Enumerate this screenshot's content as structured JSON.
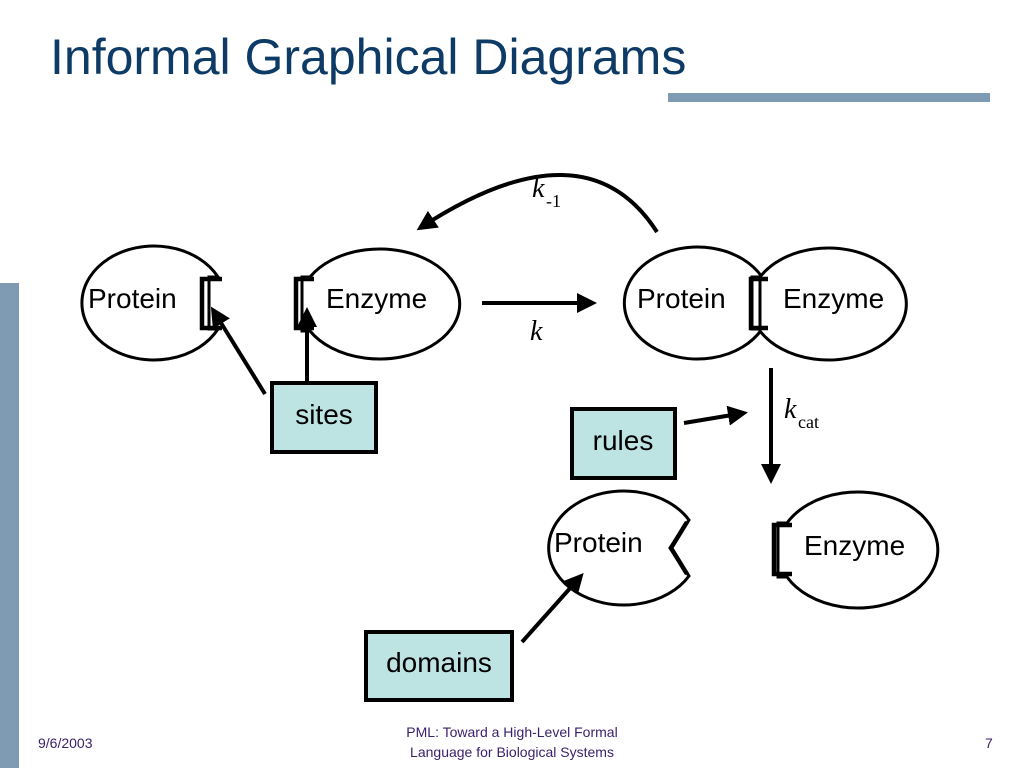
{
  "slide": {
    "title": "Informal Graphical Diagrams",
    "footer_date": "9/6/2003",
    "footer_center_line1": "PML: Toward a High-Level Formal",
    "footer_center_line2": "Language for Biological Systems",
    "footer_page": "7"
  },
  "diagram": {
    "labels": {
      "protein": "Protein",
      "enzyme": "Enzyme"
    },
    "boxes": {
      "sites": "sites",
      "rules": "rules",
      "domains": "domains"
    },
    "rates": {
      "k": "k",
      "k_minus_1_base": "k",
      "k_minus_1_sub": "-1",
      "k_cat_base": "k",
      "k_cat_sub": "cat"
    }
  },
  "colors": {
    "title": "#0d3b66",
    "accent_bar": "#7f9bb4",
    "box_fill": "#bde3e3",
    "footer_text": "#3a1f6b"
  }
}
